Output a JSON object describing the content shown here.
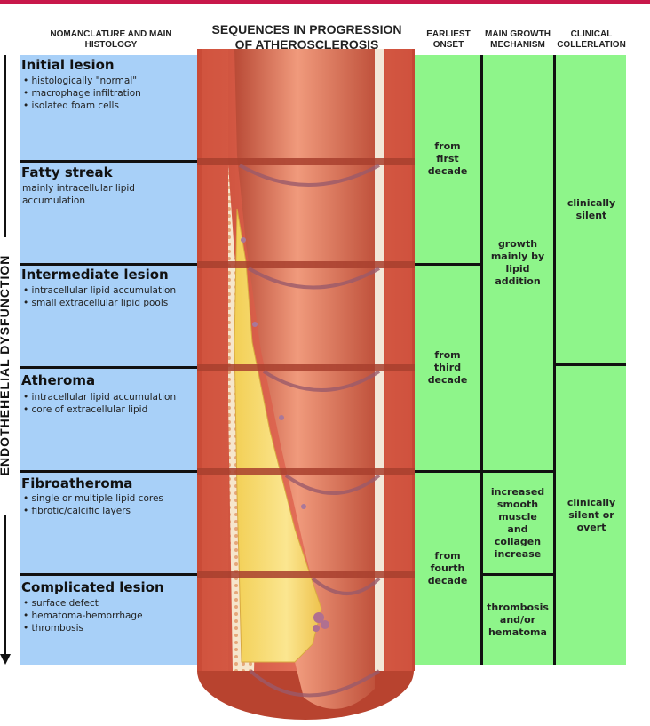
{
  "headers": {
    "nomenclature": "NOMANCLATURE AND MAIN HISTOLOGY",
    "sequences": "SEQUENCES IN PROGRESSION OF ATHEROSCLEROSIS",
    "onset": "EARLIEST ONSET",
    "growth": "MAIN GROWTH MECHANISM",
    "clinical": "CLINICAL COLLERLATION"
  },
  "side_label": "ENDOTHEHELIAL DYSFUNCTION",
  "stages": [
    {
      "title": "Initial lesion",
      "items": [
        "• histologically \"normal\"",
        "• macrophage infiltration",
        "• isolated foam cells"
      ]
    },
    {
      "title": "Fatty streak",
      "items": [
        "mainly intracellular lipid",
        "accumulation"
      ]
    },
    {
      "title": "Intermediate lesion",
      "items": [
        "• intracellular lipid accumulation",
        "• small extracellular lipid pools"
      ]
    },
    {
      "title": "Atheroma",
      "items": [
        "• intracellular lipid accumulation",
        "• core of extracellular lipid"
      ]
    },
    {
      "title": "Fibroatheroma",
      "items": [
        "• single or multiple lipid cores",
        "• fibrotic/calcific layers"
      ]
    },
    {
      "title": "Complicated lesion",
      "items": [
        "• surface defect",
        "• hematoma-hemorrhage",
        "• thrombosis"
      ]
    }
  ],
  "onset": [
    "from first decade",
    "from third decade",
    "from fourth decade"
  ],
  "growth": [
    "growth mainly by lipid addition",
    "increased smooth muscle and collagen increase",
    "thrombosis and/or hematoma"
  ],
  "clinical": [
    "clinically silent",
    "clinically silent or overt"
  ],
  "colors": {
    "accent": "#c8174a",
    "blue": "#a8d0f8",
    "green": "#8ef58a"
  }
}
